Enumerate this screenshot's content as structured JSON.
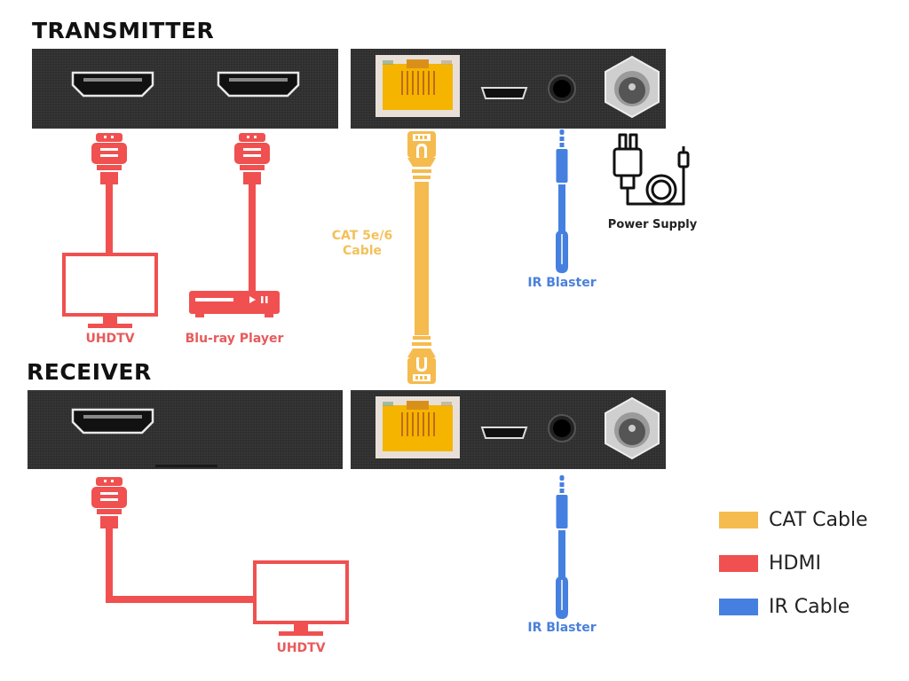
{
  "sections": {
    "transmitter_title": "TRANSMITTER",
    "receiver_title": "RECEIVER"
  },
  "transmitter": {
    "ports": [
      "HDMI Out",
      "HDMI In",
      "RJ45",
      "Micro USB",
      "IR Jack",
      "DC Power"
    ],
    "devices": {
      "tv_label": "UHDTV",
      "player_label": "Blu-ray Player",
      "cat_label_line1": "CAT 5e/6",
      "cat_label_line2": "Cable",
      "ir_label": "IR Blaster",
      "power_label": "Power Supply"
    }
  },
  "receiver": {
    "ports": [
      "HDMI Out",
      "RJ45",
      "Micro USB",
      "IR Jack",
      "DC Power"
    ],
    "devices": {
      "tv_label": "UHDTV",
      "ir_label": "IR Blaster"
    }
  },
  "legend": [
    {
      "label": "CAT Cable",
      "color": "#f5bb4f"
    },
    {
      "label": "HDMI",
      "color": "#f05050"
    },
    {
      "label": "IR Cable",
      "color": "#4580e0"
    }
  ],
  "colors": {
    "hdmi": "#f05050",
    "cat": "#f5bb4f",
    "ir": "#4580e0",
    "panel": "#2e2e2e"
  }
}
